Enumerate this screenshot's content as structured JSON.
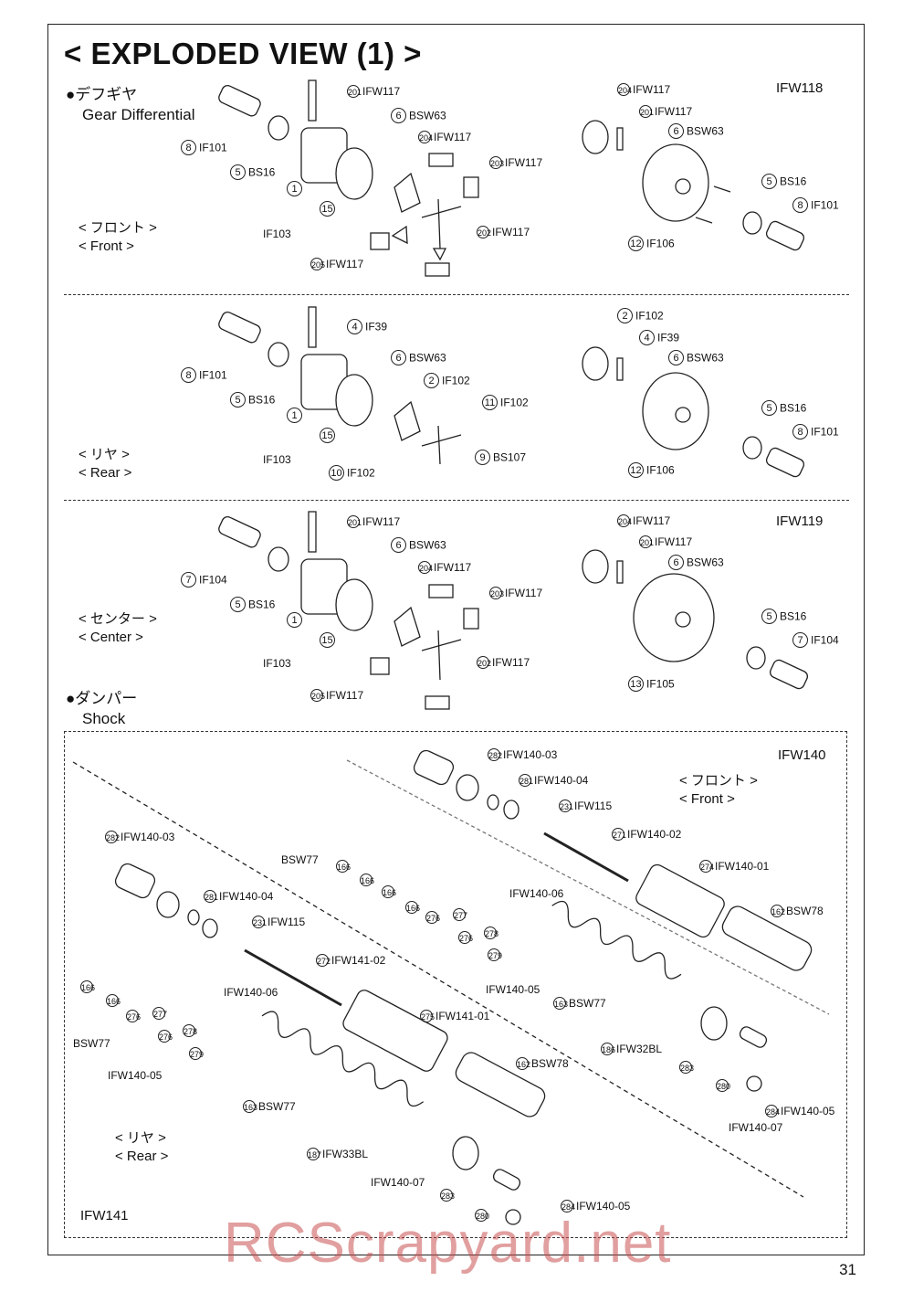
{
  "title": "< EXPLODED VIEW (1) >",
  "page_number": "31",
  "watermark": "RCScrapyard.net",
  "gear_diff": {
    "jp": "●デフギヤ",
    "en": "Gear Differential"
  },
  "shock": {
    "jp": "●ダンパー",
    "en": "Shock"
  },
  "front_jp": "< フロント >",
  "front_en": "< Front >",
  "rear_jp": "< リヤ >",
  "rear_en": "< Rear >",
  "center_jp": "< センター >",
  "center_en": "< Center >",
  "shock_front_jp": "< フロント >",
  "shock_front_en": "< Front >",
  "shock_rear_jp": "< リヤ >",
  "shock_rear_en": "< Rear >",
  "tags": {
    "ifw118": "IFW118",
    "ifw119": "IFW119",
    "ifw140": "IFW140",
    "ifw141": "IFW141"
  },
  "labels": [
    {
      "n": "201",
      "t": "IFW117"
    },
    {
      "n": "6",
      "t": "BSW63"
    },
    {
      "n": "204",
      "t": "IFW117"
    },
    {
      "n": "203",
      "t": "IFW117"
    },
    {
      "n": "8",
      "t": "IF101"
    },
    {
      "n": "5",
      "t": "BS16"
    },
    {
      "n": "1",
      "t": ""
    },
    {
      "n": "15",
      "t": ""
    },
    {
      "n": "",
      "t": "IF103"
    },
    {
      "n": "202",
      "t": "IFW117"
    },
    {
      "n": "205",
      "t": "IFW117"
    },
    {
      "n": "204",
      "t": "IFW117"
    },
    {
      "n": "201",
      "t": "IFW117"
    },
    {
      "n": "6",
      "t": "BSW63"
    },
    {
      "n": "5",
      "t": "BS16"
    },
    {
      "n": "8",
      "t": "IF101"
    },
    {
      "n": "12",
      "t": "IF106"
    },
    {
      "n": "4",
      "t": "IF39"
    },
    {
      "n": "6",
      "t": "BSW63"
    },
    {
      "n": "2",
      "t": "IF102"
    },
    {
      "n": "11",
      "t": "IF102"
    },
    {
      "n": "8",
      "t": "IF101"
    },
    {
      "n": "5",
      "t": "BS16"
    },
    {
      "n": "1",
      "t": ""
    },
    {
      "n": "15",
      "t": ""
    },
    {
      "n": "",
      "t": "IF103"
    },
    {
      "n": "9",
      "t": "BS107"
    },
    {
      "n": "10",
      "t": "IF102"
    },
    {
      "n": "2",
      "t": "IF102"
    },
    {
      "n": "4",
      "t": "IF39"
    },
    {
      "n": "6",
      "t": "BSW63"
    },
    {
      "n": "5",
      "t": "BS16"
    },
    {
      "n": "8",
      "t": "IF101"
    },
    {
      "n": "12",
      "t": "IF106"
    },
    {
      "n": "201",
      "t": "IFW117"
    },
    {
      "n": "6",
      "t": "BSW63"
    },
    {
      "n": "204",
      "t": "IFW117"
    },
    {
      "n": "203",
      "t": "IFW117"
    },
    {
      "n": "7",
      "t": "IF104"
    },
    {
      "n": "5",
      "t": "BS16"
    },
    {
      "n": "1",
      "t": ""
    },
    {
      "n": "15",
      "t": ""
    },
    {
      "n": "",
      "t": "IF103"
    },
    {
      "n": "202",
      "t": "IFW117"
    },
    {
      "n": "205",
      "t": "IFW117"
    },
    {
      "n": "204",
      "t": "IFW117"
    },
    {
      "n": "201",
      "t": "IFW117"
    },
    {
      "n": "6",
      "t": "BSW63"
    },
    {
      "n": "5",
      "t": "BS16"
    },
    {
      "n": "7",
      "t": "IF104"
    },
    {
      "n": "13",
      "t": "IF105"
    },
    {
      "n": "282",
      "t": "IFW140-03"
    },
    {
      "n": "281",
      "t": "IFW140-04"
    },
    {
      "n": "231",
      "t": "IFW115"
    },
    {
      "n": "271",
      "t": "IFW140-02"
    },
    {
      "n": "274",
      "t": "IFW140-01"
    },
    {
      "n": "162",
      "t": "BSW78"
    },
    {
      "n": "",
      "t": "BSW77"
    },
    {
      "n": "166",
      "t": ""
    },
    {
      "n": "166",
      "t": ""
    },
    {
      "n": "166",
      "t": ""
    },
    {
      "n": "166",
      "t": ""
    },
    {
      "n": "",
      "t": "IFW140-06"
    },
    {
      "n": "276",
      "t": ""
    },
    {
      "n": "277",
      "t": ""
    },
    {
      "n": "276",
      "t": ""
    },
    {
      "n": "278",
      "t": ""
    },
    {
      "n": "279",
      "t": ""
    },
    {
      "n": "",
      "t": "IFW140-05"
    },
    {
      "n": "163",
      "t": "BSW77"
    },
    {
      "n": "186",
      "t": "IFW32BL"
    },
    {
      "n": "283",
      "t": ""
    },
    {
      "n": "280",
      "t": ""
    },
    {
      "n": "284",
      "t": "IFW140-05"
    },
    {
      "n": "",
      "t": "IFW140-07"
    },
    {
      "n": "282",
      "t": "IFW140-03"
    },
    {
      "n": "281",
      "t": "IFW140-04"
    },
    {
      "n": "231",
      "t": "IFW115"
    },
    {
      "n": "272",
      "t": "IFW141-02"
    },
    {
      "n": "",
      "t": "IFW140-06"
    },
    {
      "n": "275",
      "t": "IFW141-01"
    },
    {
      "n": "166",
      "t": ""
    },
    {
      "n": "166",
      "t": ""
    },
    {
      "n": "",
      "t": "BSW77"
    },
    {
      "n": "276",
      "t": ""
    },
    {
      "n": "277",
      "t": ""
    },
    {
      "n": "276",
      "t": ""
    },
    {
      "n": "278",
      "t": ""
    },
    {
      "n": "279",
      "t": ""
    },
    {
      "n": "",
      "t": "IFW140-05"
    },
    {
      "n": "162",
      "t": "BSW78"
    },
    {
      "n": "163",
      "t": "BSW77"
    },
    {
      "n": "187",
      "t": "IFW33BL"
    },
    {
      "n": "",
      "t": "IFW140-07"
    },
    {
      "n": "283",
      "t": ""
    },
    {
      "n": "280",
      "t": ""
    },
    {
      "n": "284",
      "t": "IFW140-05"
    }
  ]
}
